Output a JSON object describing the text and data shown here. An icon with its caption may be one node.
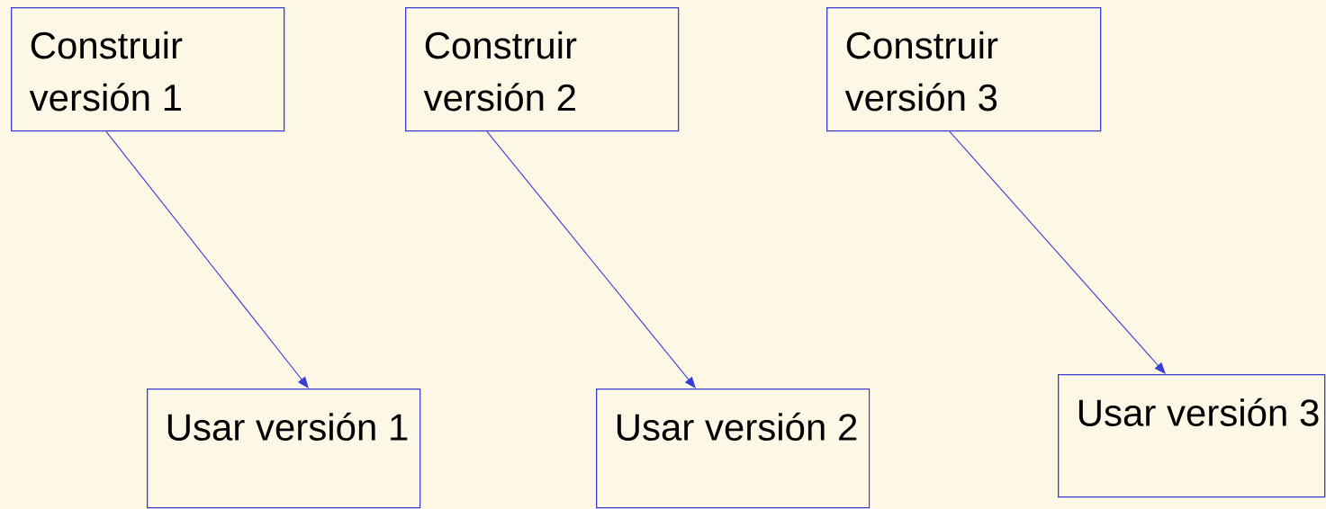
{
  "diagram": {
    "nodes": [
      {
        "text": [
          "Construir versión 1"
        ]
      },
      {
        "text": [
          "Usar versión 1"
        ]
      },
      {
        "text": [
          "Construir versión 2"
        ]
      },
      {
        "text": [
          "Usar versión 2"
        ]
      },
      {
        "text": [
          "Construir versión 3"
        ]
      },
      {
        "text": [
          "Usar versión 3"
        ]
      }
    ],
    "edges": [
      {
        "from": 0,
        "to": 1,
        "arrow": "to"
      },
      {
        "from": 2,
        "to": 3,
        "arrow": "to"
      },
      {
        "from": 4,
        "to": 5,
        "arrow": "to"
      }
    ]
  }
}
